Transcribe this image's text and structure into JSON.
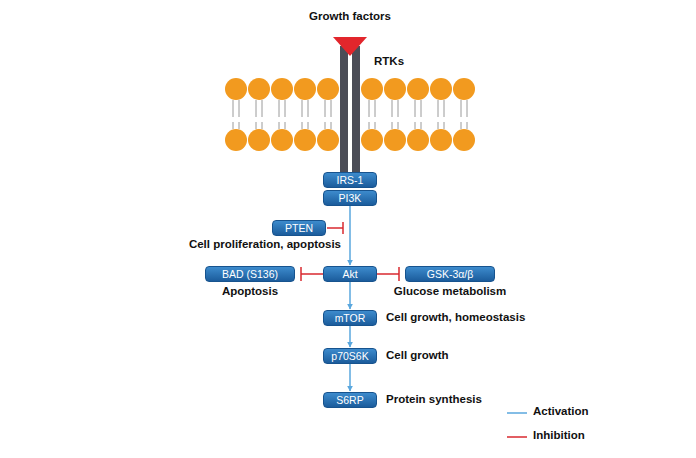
{
  "diagram": {
    "nodes": [
      {
        "text": [
          "IRS-1"
        ]
      },
      {
        "text": [
          "PI3K"
        ]
      },
      {
        "text": [
          "PTEN"
        ]
      },
      {
        "text": [
          "BAD (S136)"
        ]
      },
      {
        "text": [
          "Akt"
        ]
      },
      {
        "text": [
          "GSK-3α/β"
        ]
      },
      {
        "text": [
          "mTOR"
        ]
      },
      {
        "text": [
          "p70S6K"
        ]
      },
      {
        "text": [
          "S6RP"
        ]
      }
    ],
    "edges": [
      {
        "from": 1,
        "to": 4,
        "arrow": "to"
      },
      {
        "from": 4,
        "to": 3,
        "arrow": "to"
      },
      {
        "from": 4,
        "to": 5,
        "arrow": "to"
      },
      {
        "from": 4,
        "to": 6,
        "arrow": "to"
      },
      {
        "from": 6,
        "to": 7,
        "arrow": "to"
      },
      {
        "from": 7,
        "to": 8,
        "arrow": "to"
      }
    ],
    "labels": [
      "Growth factors",
      "RTKs",
      "Cell proliferation, apoptosis",
      "Apoptosis",
      "Glucose metabolism",
      "Cell growth, homeostasis",
      "Cell growth",
      "Protein synthesis"
    ],
    "legend": [
      {
        "text": "Activation"
      },
      {
        "text": "Inhibition"
      }
    ]
  }
}
